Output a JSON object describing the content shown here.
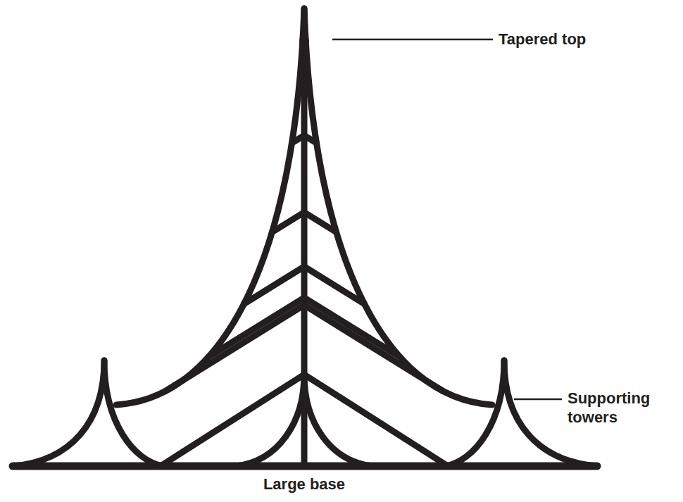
{
  "diagram": {
    "labels": [
      "Tapered top",
      "Supporting towers",
      "Large base"
    ]
  }
}
